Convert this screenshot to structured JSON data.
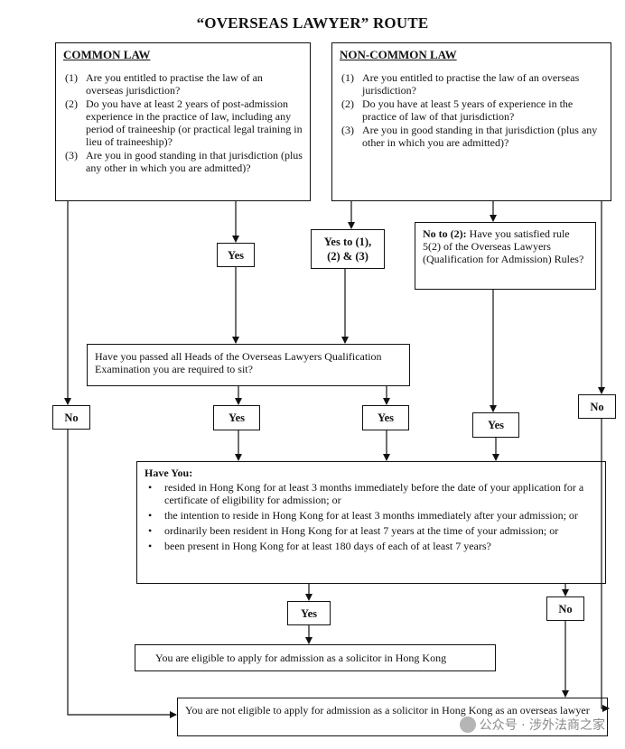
{
  "title": "“OVERSEAS LAWYER” ROUTE",
  "common_law": {
    "heading": "COMMON LAW",
    "questions": [
      {
        "num": "(1)",
        "text": "Are you entitled to practise the law of an overseas jurisdiction?"
      },
      {
        "num": "(2)",
        "text": "Do you have at least 2 years of post-admission experience in the practice of law, including any period of traineeship (or practical legal training in lieu of traineeship)?"
      },
      {
        "num": "(3)",
        "text": "Are you in good standing in that jurisdiction (plus any other in which you are admitted)?"
      }
    ]
  },
  "non_common_law": {
    "heading": "NON-COMMON LAW",
    "questions": [
      {
        "num": "(1)",
        "text": "Are you entitled to practise the law of an overseas jurisdiction?"
      },
      {
        "num": "(2)",
        "text": "Do you have at least 5 years of experience in the practice of law of that jurisdiction?"
      },
      {
        "num": "(3)",
        "text": "Are you in good standing in that jurisdiction (plus any other in which you are admitted)?"
      }
    ]
  },
  "labels": {
    "yes": "Yes",
    "no": "No",
    "yes_to_all_line1": "Yes to (1),",
    "yes_to_all_line2": "(2) & (3)"
  },
  "no_to_2": {
    "lead": "No to (2):",
    "text": " Have you satisfied rule 5(2) of the Overseas Lawyers (Qualification for Admission) Rules?"
  },
  "exam_question": "Have you passed all Heads of the Overseas Lawyers Qualification Examination you are required to sit?",
  "residence": {
    "heading": "Have You:",
    "items": [
      "resided in Hong Kong for at least 3 months immediately before the date of your application for a certificate of eligibility for admission; or",
      "the intention to reside in Hong Kong for at least 3 months immediately after your admission; or",
      "ordinarily been resident in Hong Kong for at least 7 years at the time of your admission; or",
      "been present in Hong Kong for at least 180 days of each of at least 7 years?"
    ]
  },
  "eligible": "You are eligible to apply for admission as a solicitor in Hong Kong",
  "not_eligible": "You are not eligible to apply for admission as a solicitor in Hong Kong as an overseas lawyer",
  "watermark": "公众号 · 涉外法商之家",
  "colors": {
    "line": "#111111",
    "watermark": "#8a8a8a"
  }
}
